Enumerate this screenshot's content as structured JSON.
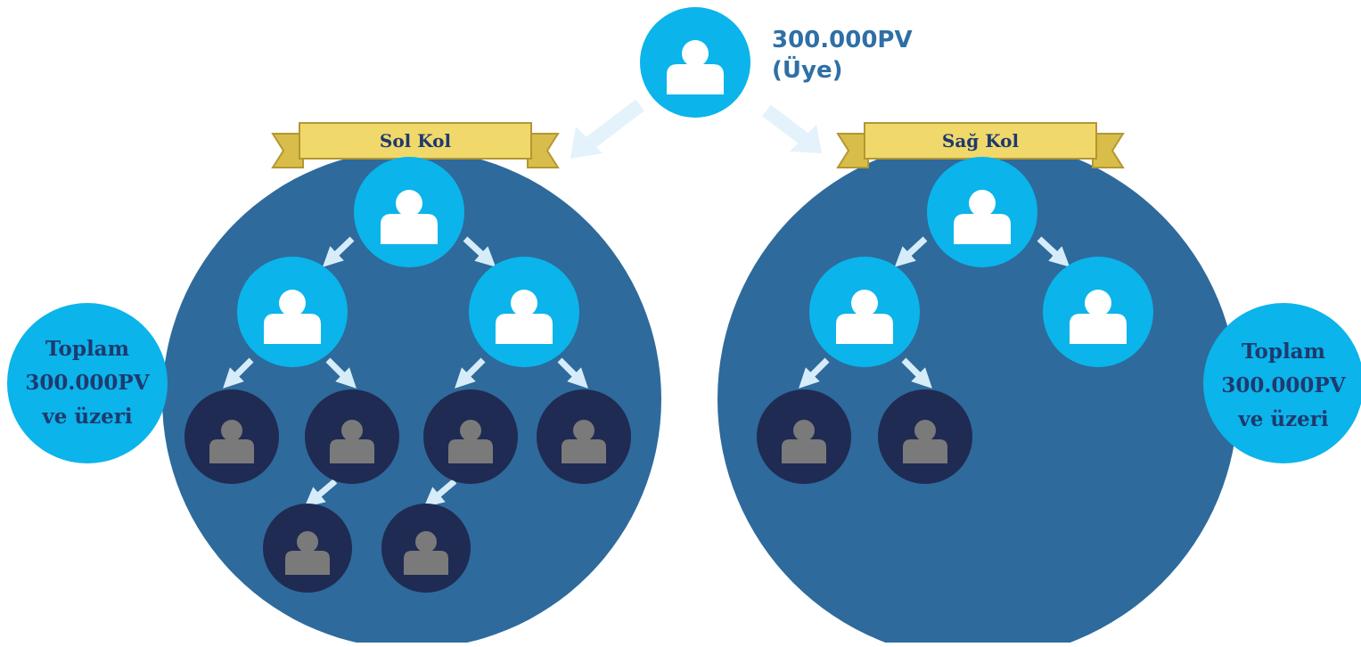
{
  "top_member": {
    "pv": "300.000PV",
    "role": "(Üye)"
  },
  "left_leg": {
    "ribbon": "Sol Kol",
    "total": {
      "line1": "Toplam",
      "line2": "300.000PV",
      "line3": "ve üzeri"
    }
  },
  "right_leg": {
    "ribbon": "Sağ Kol",
    "total": {
      "line1": "Toplam",
      "line2": "300.000PV",
      "line3": "ve üzeri"
    }
  },
  "icons": {
    "person": "person-icon",
    "arrow": "arrow-icon"
  },
  "colors": {
    "big_circle": "#2e6a9c",
    "active_member": "#0bb4ea",
    "inactive_member": "#1f2b52",
    "inactive_person": "#7a7a7a",
    "arrow": "#d6ecf8",
    "ribbon": "#f0d86a",
    "ribbon_text": "#1e3a6e",
    "label_text": "#2f6fa6"
  }
}
